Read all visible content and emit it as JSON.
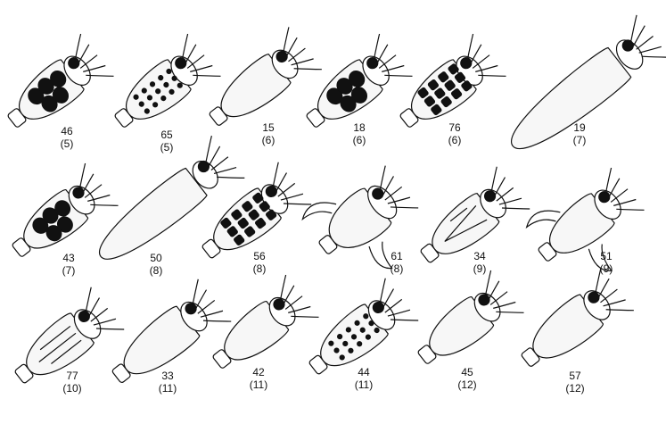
{
  "figure": {
    "rows": [
      {
        "specimens": [
          {
            "id": "46",
            "count": "(5)"
          },
          {
            "id": "65",
            "count": "(5)"
          },
          {
            "id": "15",
            "count": "(6)"
          },
          {
            "id": "18",
            "count": "(6)"
          },
          {
            "id": "76",
            "count": "(6)"
          },
          {
            "id": "19",
            "count": "(7)"
          }
        ]
      },
      {
        "specimens": [
          {
            "id": "43",
            "count": "(7)"
          },
          {
            "id": "50",
            "count": "(8)"
          },
          {
            "id": "56",
            "count": "(8)"
          },
          {
            "id": "61",
            "count": "(8)"
          },
          {
            "id": "34",
            "count": "(9)"
          },
          {
            "id": "51",
            "count": "(9)"
          }
        ]
      },
      {
        "specimens": [
          {
            "id": "77",
            "count": "(10)"
          },
          {
            "id": "33",
            "count": "(11)"
          },
          {
            "id": "42",
            "count": "(11)"
          },
          {
            "id": "44",
            "count": "(11)"
          },
          {
            "id": "45",
            "count": "(12)"
          },
          {
            "id": "57",
            "count": "(12)"
          }
        ]
      }
    ]
  }
}
